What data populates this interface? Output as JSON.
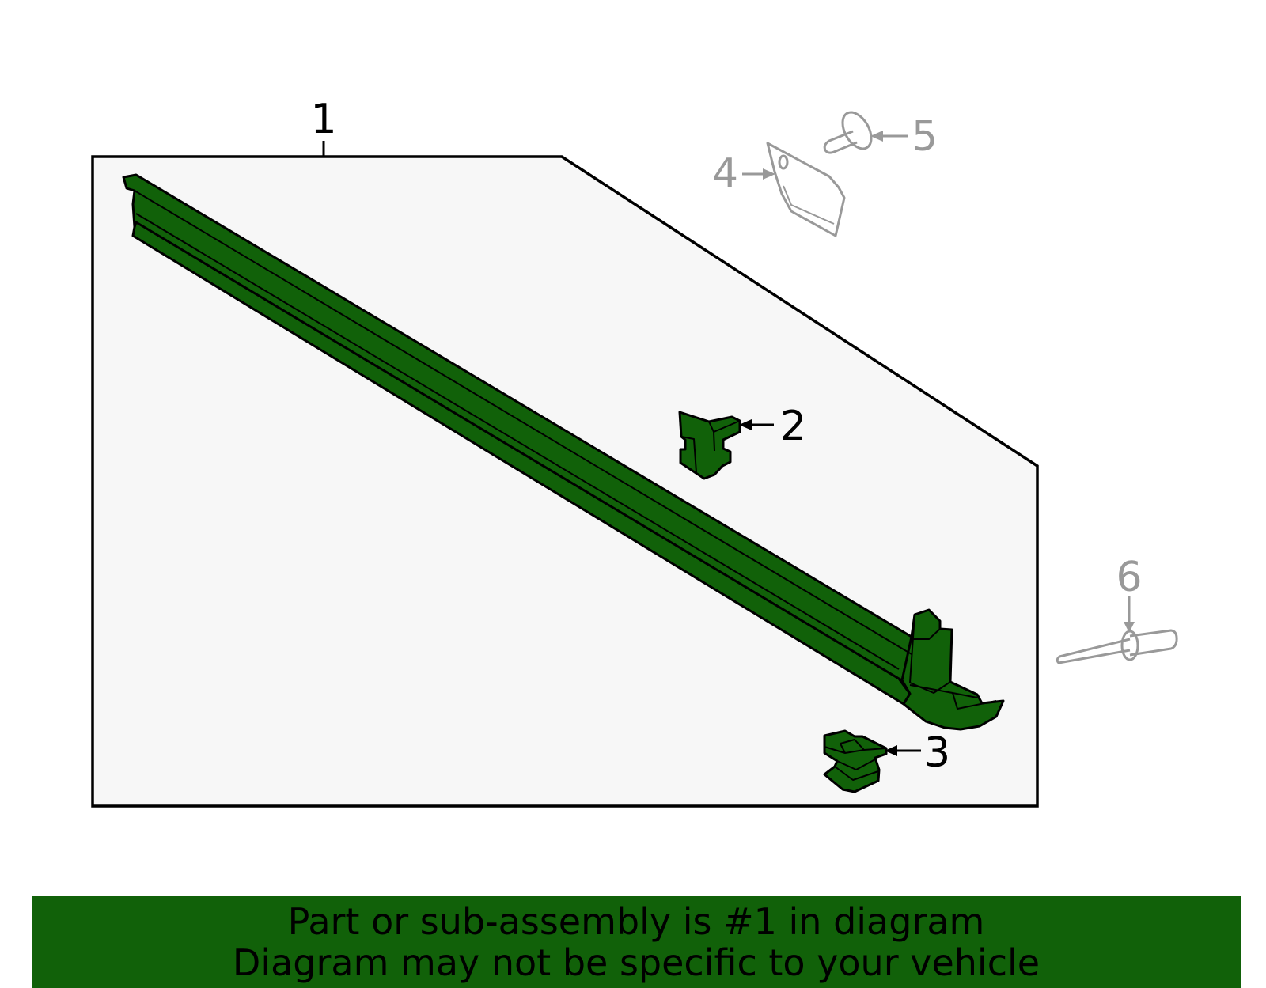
{
  "colors": {
    "part_fill": "#116109",
    "outline": "#000000",
    "inactive": "#999999",
    "panel_fill": "#f7f7f7",
    "banner_bg": "#116109",
    "background": "#ffffff"
  },
  "callouts": [
    {
      "number": "1",
      "active": true
    },
    {
      "number": "2",
      "active": true
    },
    {
      "number": "3",
      "active": true
    },
    {
      "number": "4",
      "active": false
    },
    {
      "number": "5",
      "active": false
    },
    {
      "number": "6",
      "active": false
    }
  ],
  "banner": {
    "line1": "Part or sub-assembly is #1 in diagram",
    "line2": "Diagram may not be specific to your vehicle"
  }
}
